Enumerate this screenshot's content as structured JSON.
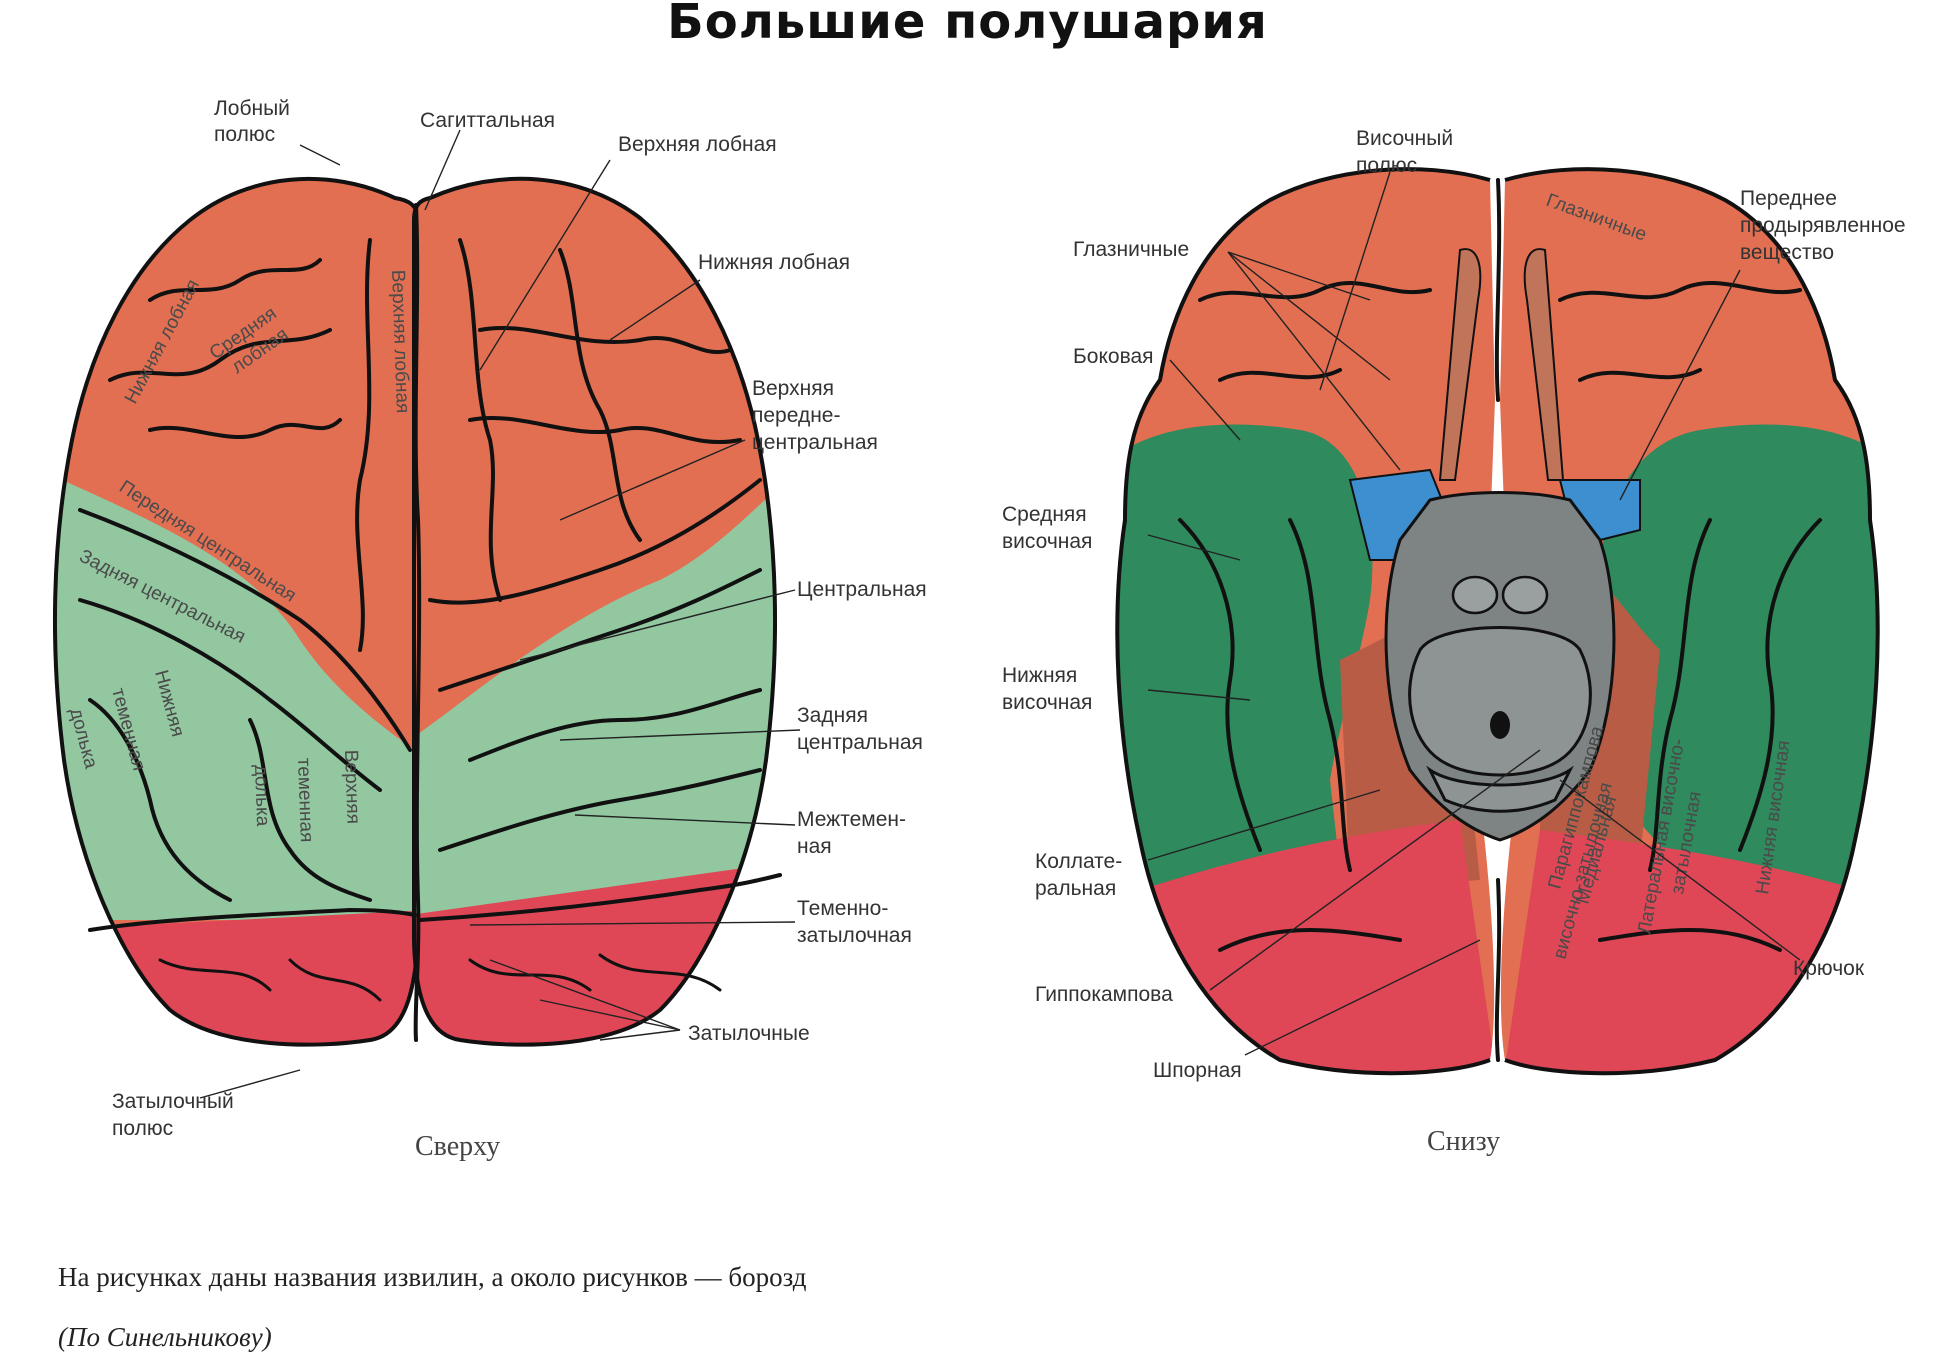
{
  "title": "Большие полушария",
  "colors": {
    "frontal": "#e36f52",
    "parietal": "#92c7a0",
    "occipital": "#df4756",
    "temporal": "#2f8a5d",
    "parahippocampal": "#b85c45",
    "brainstem": "#7e8383",
    "perforated": "#3d8fd0"
  },
  "views": {
    "top": {
      "caption": "Сверху",
      "labels": {
        "frontal_pole": "Лобный\nполюс",
        "sagittal": "Сагиттальная",
        "superior_frontal": "Верхняя лобная",
        "inferior_frontal": "Нижняя лобная",
        "superior_precentral": "Верхняя\nпередне-\nцентральная",
        "central": "Центральная",
        "postcentral": "Задняя\nцентральная",
        "intraparietal": "Межтемен-\nная",
        "parieto_occipital": "Теменно-\nзатылочная",
        "occipital": "Затылочные",
        "occipital_pole": "Затылочный\nполюс"
      },
      "gyri": {
        "inferior_frontal": "Нижняя лобная",
        "middle_frontal": "Средняя\nлобная",
        "superior_frontal": "Верхняя лобная",
        "precentral": "Передняя центральная",
        "postcentral": "Задняя центральная",
        "inferior_parietal": "Нижняя\nтеменная\nдолька",
        "superior_parietal": "Верхняя\nтеменная\nдолька"
      }
    },
    "bottom": {
      "caption": "Снизу",
      "labels": {
        "temporal_pole": "Височный\nполюс",
        "orbital": "Глазничные",
        "anterior_perforated": "Переднее\nпродырявленное\nвещество",
        "lateral": "Боковая",
        "middle_temporal": "Средняя\nвисочная",
        "inferior_temporal": "Нижняя\nвисочная",
        "collateral": "Коллате-\nральная",
        "hippocampal": "Гиппокампова",
        "calcarine": "Шпорная",
        "uncus": "Крючок"
      },
      "gyri": {
        "orbital": "Глазничные",
        "parahippocampal": "Парагиппокампова",
        "medial_occipitotemporal": "Медиальная\nвисочно-затылочная",
        "lateral_occipitotemporal": "Латеральная височно-\nзатылочная",
        "inferior_temporal": "Нижняя височная"
      }
    }
  },
  "footnote": "На рисунках даны названия извилин, а около рисунков — борозд",
  "source": "(По Синельникову)"
}
